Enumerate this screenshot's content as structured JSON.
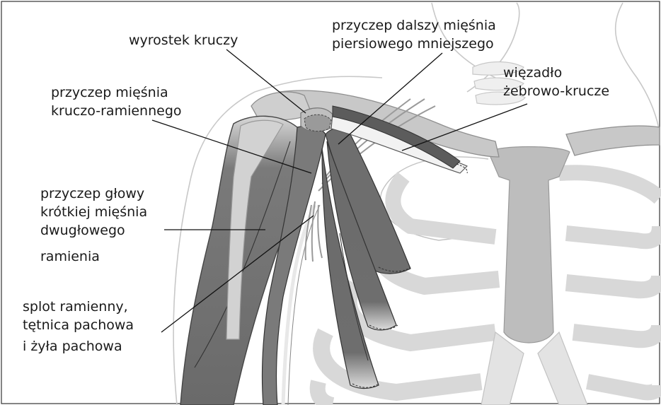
{
  "labels": {
    "coracoid_process": "wyrostek kruczy",
    "pec_minor_insertion_line1": "przyczep dalszy mięśnia",
    "pec_minor_insertion_line2": "piersiowego mniejszego",
    "coracoclavicular_lig_line1": "więzadło",
    "coracoclavicular_lig_line2": "żebrowo-krucze",
    "coracobrachialis_line1": "przyczep mięśnia",
    "coracobrachialis_line2": "kruczo-ramiennego",
    "biceps_short_line1": "przyczep głowy",
    "biceps_short_line2": "krótkiej mięśnia",
    "biceps_short_line3": "dwugłowego",
    "biceps_short_line4": "ramienia",
    "plexus_line1": "splot ramienny,",
    "plexus_line2": "tętnica pachowa",
    "plexus_line3": "i żyła pachowa"
  },
  "colors": {
    "muscle": "#6e6e6e",
    "muscle_dark": "#555555",
    "bone": "#cfcfcf",
    "rib": "#d9d9d9",
    "outline": "#9a9a9a",
    "frame": "#333333"
  }
}
